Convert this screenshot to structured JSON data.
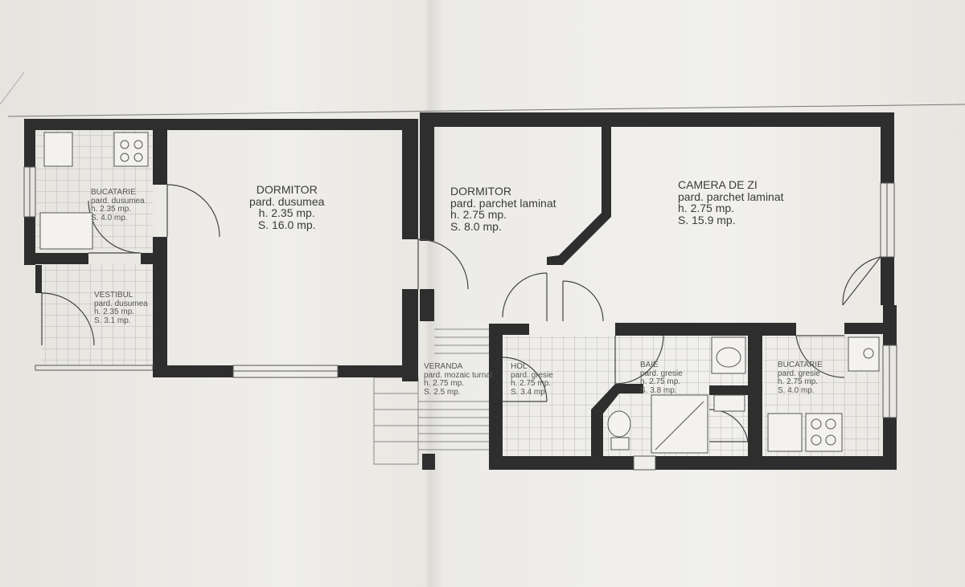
{
  "rooms": {
    "bucatarie_left": {
      "name": "BUCATARIE",
      "floor": "pard. dusumea",
      "height": "h. 2.35 mp.",
      "area": "S. 4.0 mp."
    },
    "vestibul": {
      "name": "VESTIBUL",
      "floor": "pard. dusumea",
      "height": "h. 2.35 mp.",
      "area": "S. 3.1 mp."
    },
    "dormitor_left": {
      "name": "DORMITOR",
      "floor": "pard. dusumea",
      "height": "h. 2.35 mp.",
      "area": "S. 16.0 mp."
    },
    "dormitor_right": {
      "name": "DORMITOR",
      "floor": "pard. parchet laminat",
      "height": "h. 2.75 mp.",
      "area": "S. 8.0 mp."
    },
    "camera_de_zi": {
      "name": "CAMERA DE ZI",
      "floor": "pard. parchet laminat",
      "height": "h. 2.75 mp.",
      "area": "S. 15.9 mp."
    },
    "veranda": {
      "name": "VERANDA",
      "floor": "pard. mozaic turnat",
      "height": "h. 2.75 mp.",
      "area": "S. 2.5 mp."
    },
    "hol": {
      "name": "HOL",
      "floor": "pard. gresie",
      "height": "h. 2.75 mp.",
      "area": "S. 3.4 mp."
    },
    "baie": {
      "name": "BAIE",
      "floor": "pard. gresie",
      "height": "h. 2.75 mp.",
      "area": "S. 3.8 mp."
    },
    "bucatarie_right": {
      "name": "BUCATARIE",
      "floor": "pard. gresie",
      "height": "h. 2.75 mp.",
      "area": "S. 4.0 mp."
    }
  },
  "colors": {
    "wall": "#2e2e2e",
    "paper": "#eceae6",
    "tile": "#b9b9b9"
  }
}
